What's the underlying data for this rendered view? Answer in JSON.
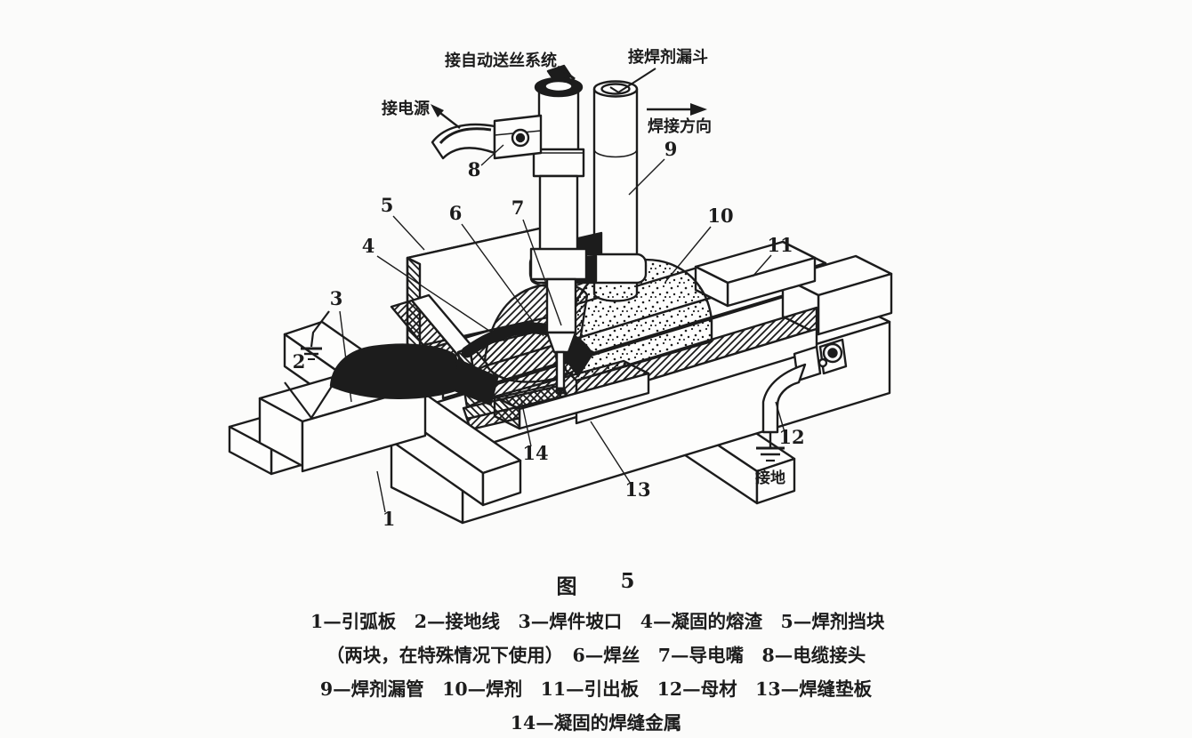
{
  "page": {
    "background": "#fbfbfa",
    "ink": "#1c1c1c"
  },
  "figure": {
    "caption_prefix": "图",
    "caption_number": "5"
  },
  "annotations": {
    "wire_feed_system": "接自动送丝系统",
    "flux_hopper": "接焊剂漏斗",
    "power_supply": "接电源",
    "welding_direction": "焊接方向",
    "ground": "接地"
  },
  "callouts": [
    {
      "num": "1",
      "label": "引弧板"
    },
    {
      "num": "2",
      "label": "接地线"
    },
    {
      "num": "3",
      "label": "焊件坡口"
    },
    {
      "num": "4",
      "label": "凝固的熔渣"
    },
    {
      "num": "5",
      "label": "焊剂挡块（两块，在特殊情况下使用）"
    },
    {
      "num": "6",
      "label": "焊丝"
    },
    {
      "num": "7",
      "label": "导电嘴"
    },
    {
      "num": "8",
      "label": "电缆接头"
    },
    {
      "num": "9",
      "label": "焊剂漏管"
    },
    {
      "num": "10",
      "label": "焊剂"
    },
    {
      "num": "11",
      "label": "引出板"
    },
    {
      "num": "12",
      "label": "母材"
    },
    {
      "num": "13",
      "label": "焊缝垫板"
    },
    {
      "num": "14",
      "label": "凝固的焊缝金属"
    }
  ],
  "legend_lines": [
    "1—引弧板　2—接地线　3—焊件坡口　4—凝固的熔渣　5—焊剂挡块",
    "（两块，在特殊情况下使用）　6—焊丝　7—导电嘴　8—电缆接头",
    "9—焊剂漏管　10—焊剂　11—引出板　12—母材　13—焊缝垫板",
    "14—凝固的焊缝金属"
  ]
}
